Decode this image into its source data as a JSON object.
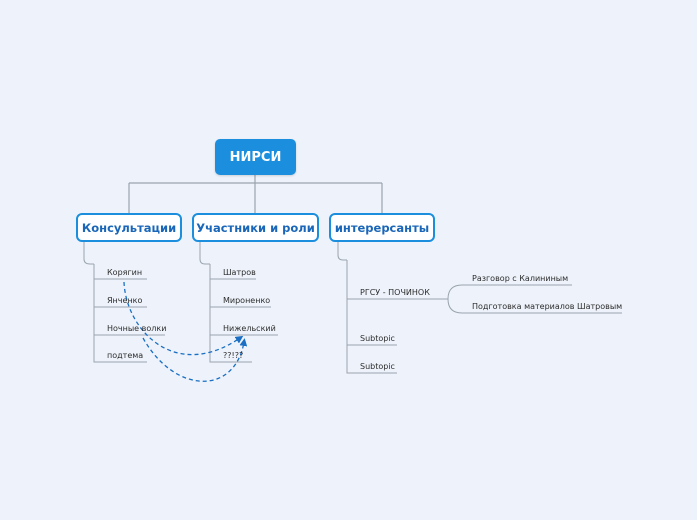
{
  "root": {
    "label": "НИРСИ"
  },
  "branches": [
    {
      "label": "Консультации",
      "items": [
        "Корягин",
        "Янченко",
        "Ночные волки",
        "подтема"
      ]
    },
    {
      "label": "Участники и роли",
      "items": [
        "Шатров",
        "Мироненко",
        "Нижельский",
        "??!??"
      ]
    },
    {
      "label": "интерерсанты",
      "items": [
        "РГСУ - ПОЧИНОК",
        "Subtopic",
        "Subtopic"
      ],
      "subitems": [
        "Разговор с Калининым",
        "Подготовка материалов Шатровым"
      ]
    }
  ],
  "colors": {
    "accent": "#1b8fde",
    "connector": "#9aa3ad",
    "relationship": "#1a6fc4",
    "background": "#eef3fb"
  }
}
